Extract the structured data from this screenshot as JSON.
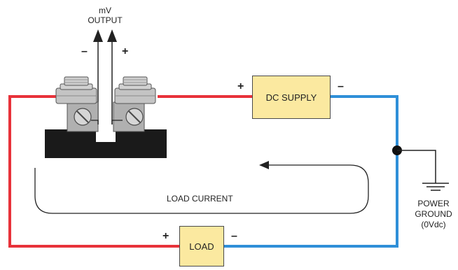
{
  "output": {
    "line1": "mV",
    "line2": "OUTPUT",
    "minus": "–",
    "plus": "+"
  },
  "dc_supply": {
    "label": "DC SUPPLY",
    "plus": "+",
    "minus": "–"
  },
  "load": {
    "label": "LOAD",
    "plus": "+",
    "minus": "–"
  },
  "loop": {
    "label": "LOAD CURRENT"
  },
  "ground": {
    "line1": "POWER",
    "line2": "GROUND",
    "line3": "(0Vdc)"
  },
  "colors": {
    "positive_wire": "#e8323a",
    "negative_wire": "#2f8fd8",
    "box_fill": "#fbe9a0",
    "shunt_base": "#1a1a1a",
    "terminal": "#b8b8b8"
  }
}
